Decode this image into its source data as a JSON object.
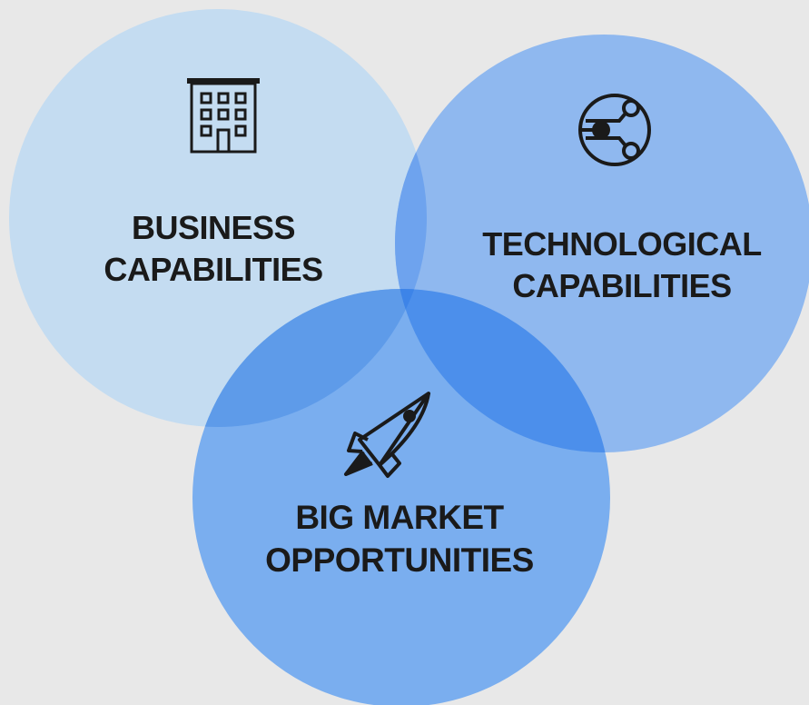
{
  "circles": [
    {
      "id": "business",
      "label_lines": [
        "BUSINESS",
        "CAPABILITIES"
      ],
      "color": "#c4dcf1",
      "icon": "building-icon"
    },
    {
      "id": "technological",
      "label_lines": [
        "TECHNOLOGICAL",
        "CAPABILITIES"
      ],
      "color": "#8fb8ef",
      "icon": "circuit-icon"
    },
    {
      "id": "market",
      "label_lines": [
        "BIG MARKET",
        "OPPORTUNITIES"
      ],
      "color": "#7aaeef",
      "icon": "rocket-icon"
    }
  ],
  "colors": {
    "background": "#e8e8e8",
    "overlap_business_tech": "#6ea3ee",
    "overlap_business_market": "#5e9be9",
    "overlap_tech_market": "#4c8feb",
    "overlap_center": "#3d84e8",
    "text": "#1a1a1a"
  }
}
